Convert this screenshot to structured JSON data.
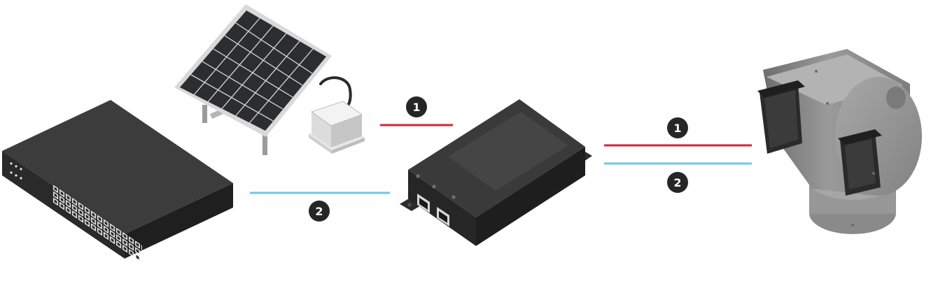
{
  "colors": {
    "power_line": "#d2263a",
    "data_line": "#72c6e6",
    "badge": "#262626",
    "badge_text": "#ffffff",
    "device_dark": "#3a3a3a",
    "camera_grey": "#8a8a8a",
    "solar_cell": "#2b2d31"
  },
  "badges": {
    "power_left": "1",
    "data_left": "2",
    "power_right": "1",
    "data_right": "2"
  },
  "icons": {
    "switch": "network-switch-icon",
    "solar": "solar-panel-icon",
    "battery": "battery-box-icon",
    "injector": "poe-injector-icon",
    "camera": "ptz-camera-icon"
  }
}
